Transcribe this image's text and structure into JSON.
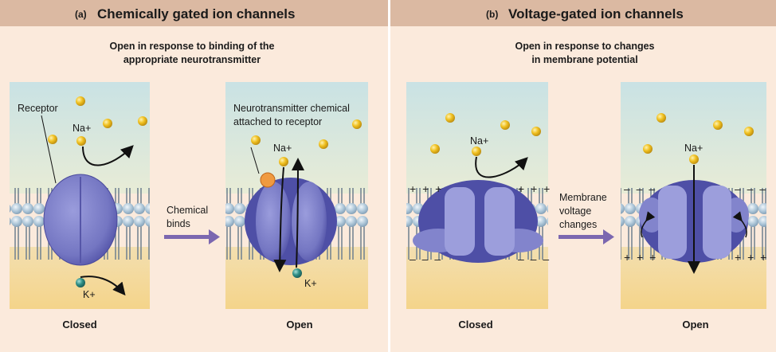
{
  "panel_a": {
    "letter": "(a)",
    "title": "Chemically gated ion channels",
    "subtitle_line1": "Open in response to binding of the",
    "subtitle_line2": "appropriate neurotransmitter",
    "receptor_label": "Receptor",
    "na_label": "Na+",
    "k_label": "K+",
    "nt_label_line1": "Neurotransmitter chemical",
    "nt_label_line2": "attached to receptor",
    "arrow_label_line1": "Chemical",
    "arrow_label_line2": "binds",
    "closed_label": "Closed",
    "open_label": "Open"
  },
  "panel_b": {
    "letter": "(b)",
    "title": "Voltage-gated ion channels",
    "subtitle_line1": "Open in response to changes",
    "subtitle_line2": "in membrane potential",
    "na_label": "Na+",
    "plus": "+ + +",
    "minus": "– – –",
    "arrow_label_line1": "Membrane",
    "arrow_label_line2": "voltage",
    "arrow_label_line3": "changes",
    "closed_label": "Closed",
    "open_label": "Open"
  },
  "colors": {
    "header": "#dbb9a2",
    "panel_bg": "#fbeadc",
    "protein": "#7d7fc8",
    "ion_na": "#f0c020",
    "ion_k": "#2f8f86",
    "arrow": "#7b67b0"
  }
}
